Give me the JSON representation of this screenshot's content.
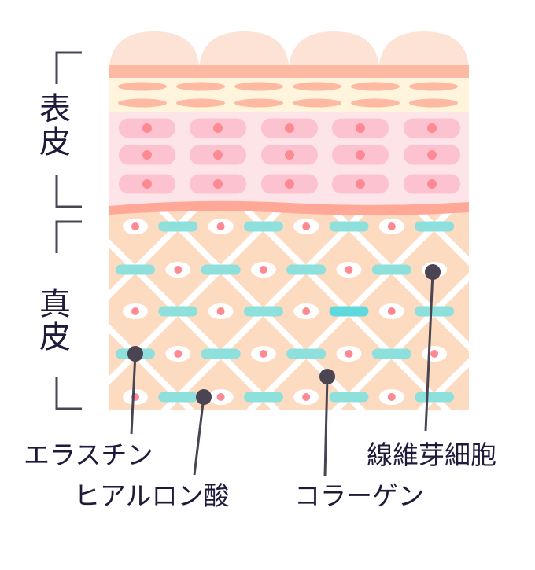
{
  "layers": {
    "epidermis": "表皮",
    "dermis": "真皮"
  },
  "labels": {
    "elastin": "エラスチン",
    "hyaluronic_acid": "ヒアルロン酸",
    "collagen": "コラーゲン",
    "fibroblast": "線維芽細胞"
  },
  "colors": {
    "bump": "#fde3d6",
    "stratum_band": "#fdb9a2",
    "granular_bg": "#fef5dc",
    "granular_cell": "#fdb9a2",
    "spinous_bg": "#fde4e8",
    "spinous_cell": "#fdc2d0",
    "nucleus": "#fd8a93",
    "basement": "#ffa898",
    "dermis_bg": "#fddbc0",
    "collagen": "#8ee0dd",
    "pin": "#4a4453",
    "text": "#1f1a3a"
  }
}
